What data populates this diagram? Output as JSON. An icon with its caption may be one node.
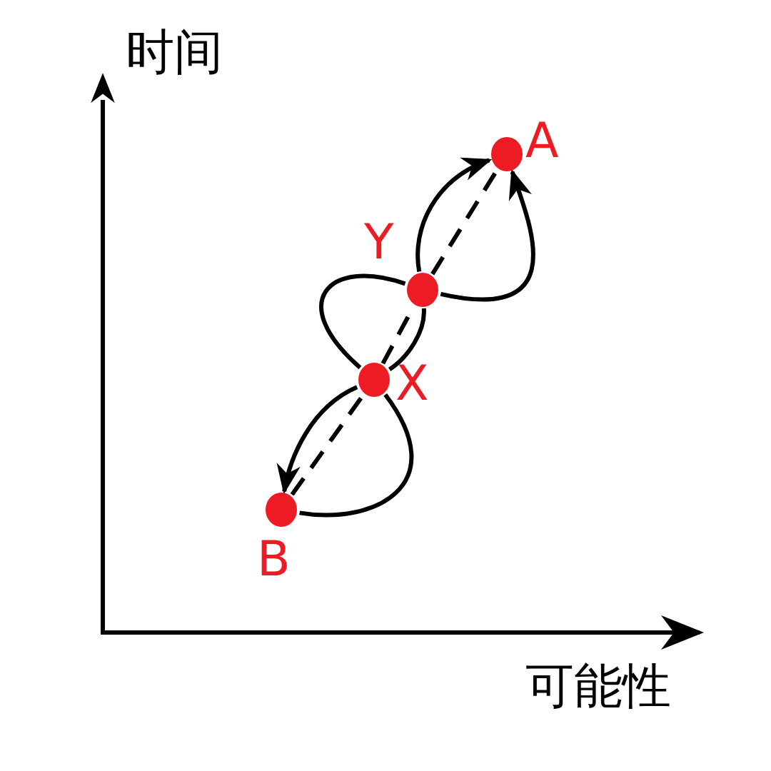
{
  "diagram": {
    "nodes": [
      {
        "text": [],
        "shape": "circle",
        "beside": [
          "A"
        ]
      },
      {
        "text": [],
        "shape": "circle",
        "beside": [
          "Y"
        ]
      },
      {
        "text": [],
        "shape": "circle",
        "beside": [
          "X"
        ]
      },
      {
        "text": [],
        "shape": "circle",
        "beside": [
          "B"
        ]
      }
    ],
    "edges": [
      {
        "from": 3,
        "to": 2,
        "arrow": "none",
        "style": "dashed"
      },
      {
        "from": 2,
        "to": 1,
        "arrow": "none",
        "style": "dashed"
      },
      {
        "from": 1,
        "to": 0,
        "arrow": "none",
        "style": "dashed"
      },
      {
        "from": 1,
        "to": 0,
        "arrow": "to"
      },
      {
        "from": 1,
        "to": 0,
        "arrow": "to"
      },
      {
        "from": 2,
        "to": 1,
        "arrow": "none"
      },
      {
        "from": 2,
        "to": 1,
        "arrow": "none"
      },
      {
        "from": 2,
        "to": 3,
        "arrow": "to"
      },
      {
        "from": 2,
        "to": 3,
        "arrow": "none"
      }
    ],
    "labels": [
      "时间",
      "可能性"
    ]
  }
}
